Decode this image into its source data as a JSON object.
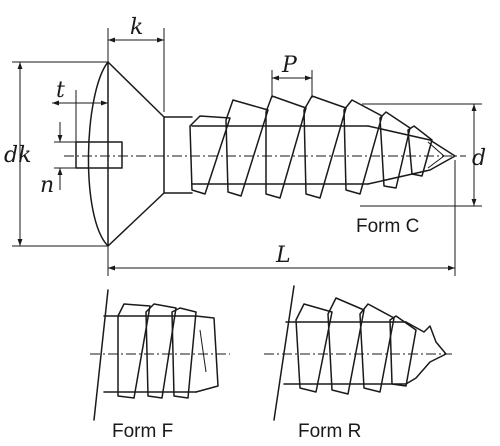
{
  "dimensions": {
    "k": "k",
    "p": "P",
    "t": "t",
    "dk": "dk",
    "n": "n",
    "d": "d",
    "l": "L"
  },
  "forms": {
    "c": "Form C",
    "f": "Form F",
    "r": "Form R"
  }
}
